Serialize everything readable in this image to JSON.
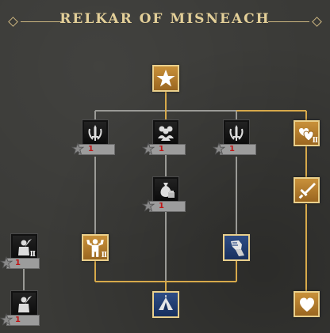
{
  "header": {
    "title": "RELKAR OF MISNEACH"
  },
  "colors": {
    "background": "#3a3a37",
    "accent_gold": "#e3cf98",
    "line_gold": "#d7a94a",
    "line_gray": "#9a9a96",
    "requirement_red": "#c01616"
  },
  "nodes": [
    {
      "id": "root-star",
      "icon": "star-icon",
      "state": "unlocked"
    },
    {
      "id": "laurel-sword-a",
      "icon": "laurel-sword-icon",
      "state": "locked",
      "requirement": "1"
    },
    {
      "id": "people",
      "icon": "people-icon",
      "state": "locked",
      "requirement": "1"
    },
    {
      "id": "laurel-sword-b",
      "icon": "laurel-sword-icon",
      "state": "locked",
      "requirement": "1"
    },
    {
      "id": "hearts",
      "icon": "hearts-icon",
      "state": "unlocked",
      "rank": "II"
    },
    {
      "id": "money-bag",
      "icon": "money-bag-icon",
      "state": "locked",
      "requirement": "1"
    },
    {
      "id": "sword",
      "icon": "sword-icon",
      "state": "unlocked"
    },
    {
      "id": "strongman",
      "icon": "strongman-icon",
      "state": "unlocked",
      "rank": "II"
    },
    {
      "id": "armored-fist",
      "icon": "armored-fist-icon",
      "state": "unlocked"
    },
    {
      "id": "knight-left-a",
      "icon": "knight-icon",
      "state": "locked",
      "requirement": "1",
      "rank": "II"
    },
    {
      "id": "knight-left-b",
      "icon": "knight-icon",
      "state": "locked",
      "requirement": "1"
    },
    {
      "id": "tent",
      "icon": "tent-icon",
      "state": "unlocked"
    },
    {
      "id": "heart",
      "icon": "heart-icon",
      "state": "unlocked"
    }
  ]
}
